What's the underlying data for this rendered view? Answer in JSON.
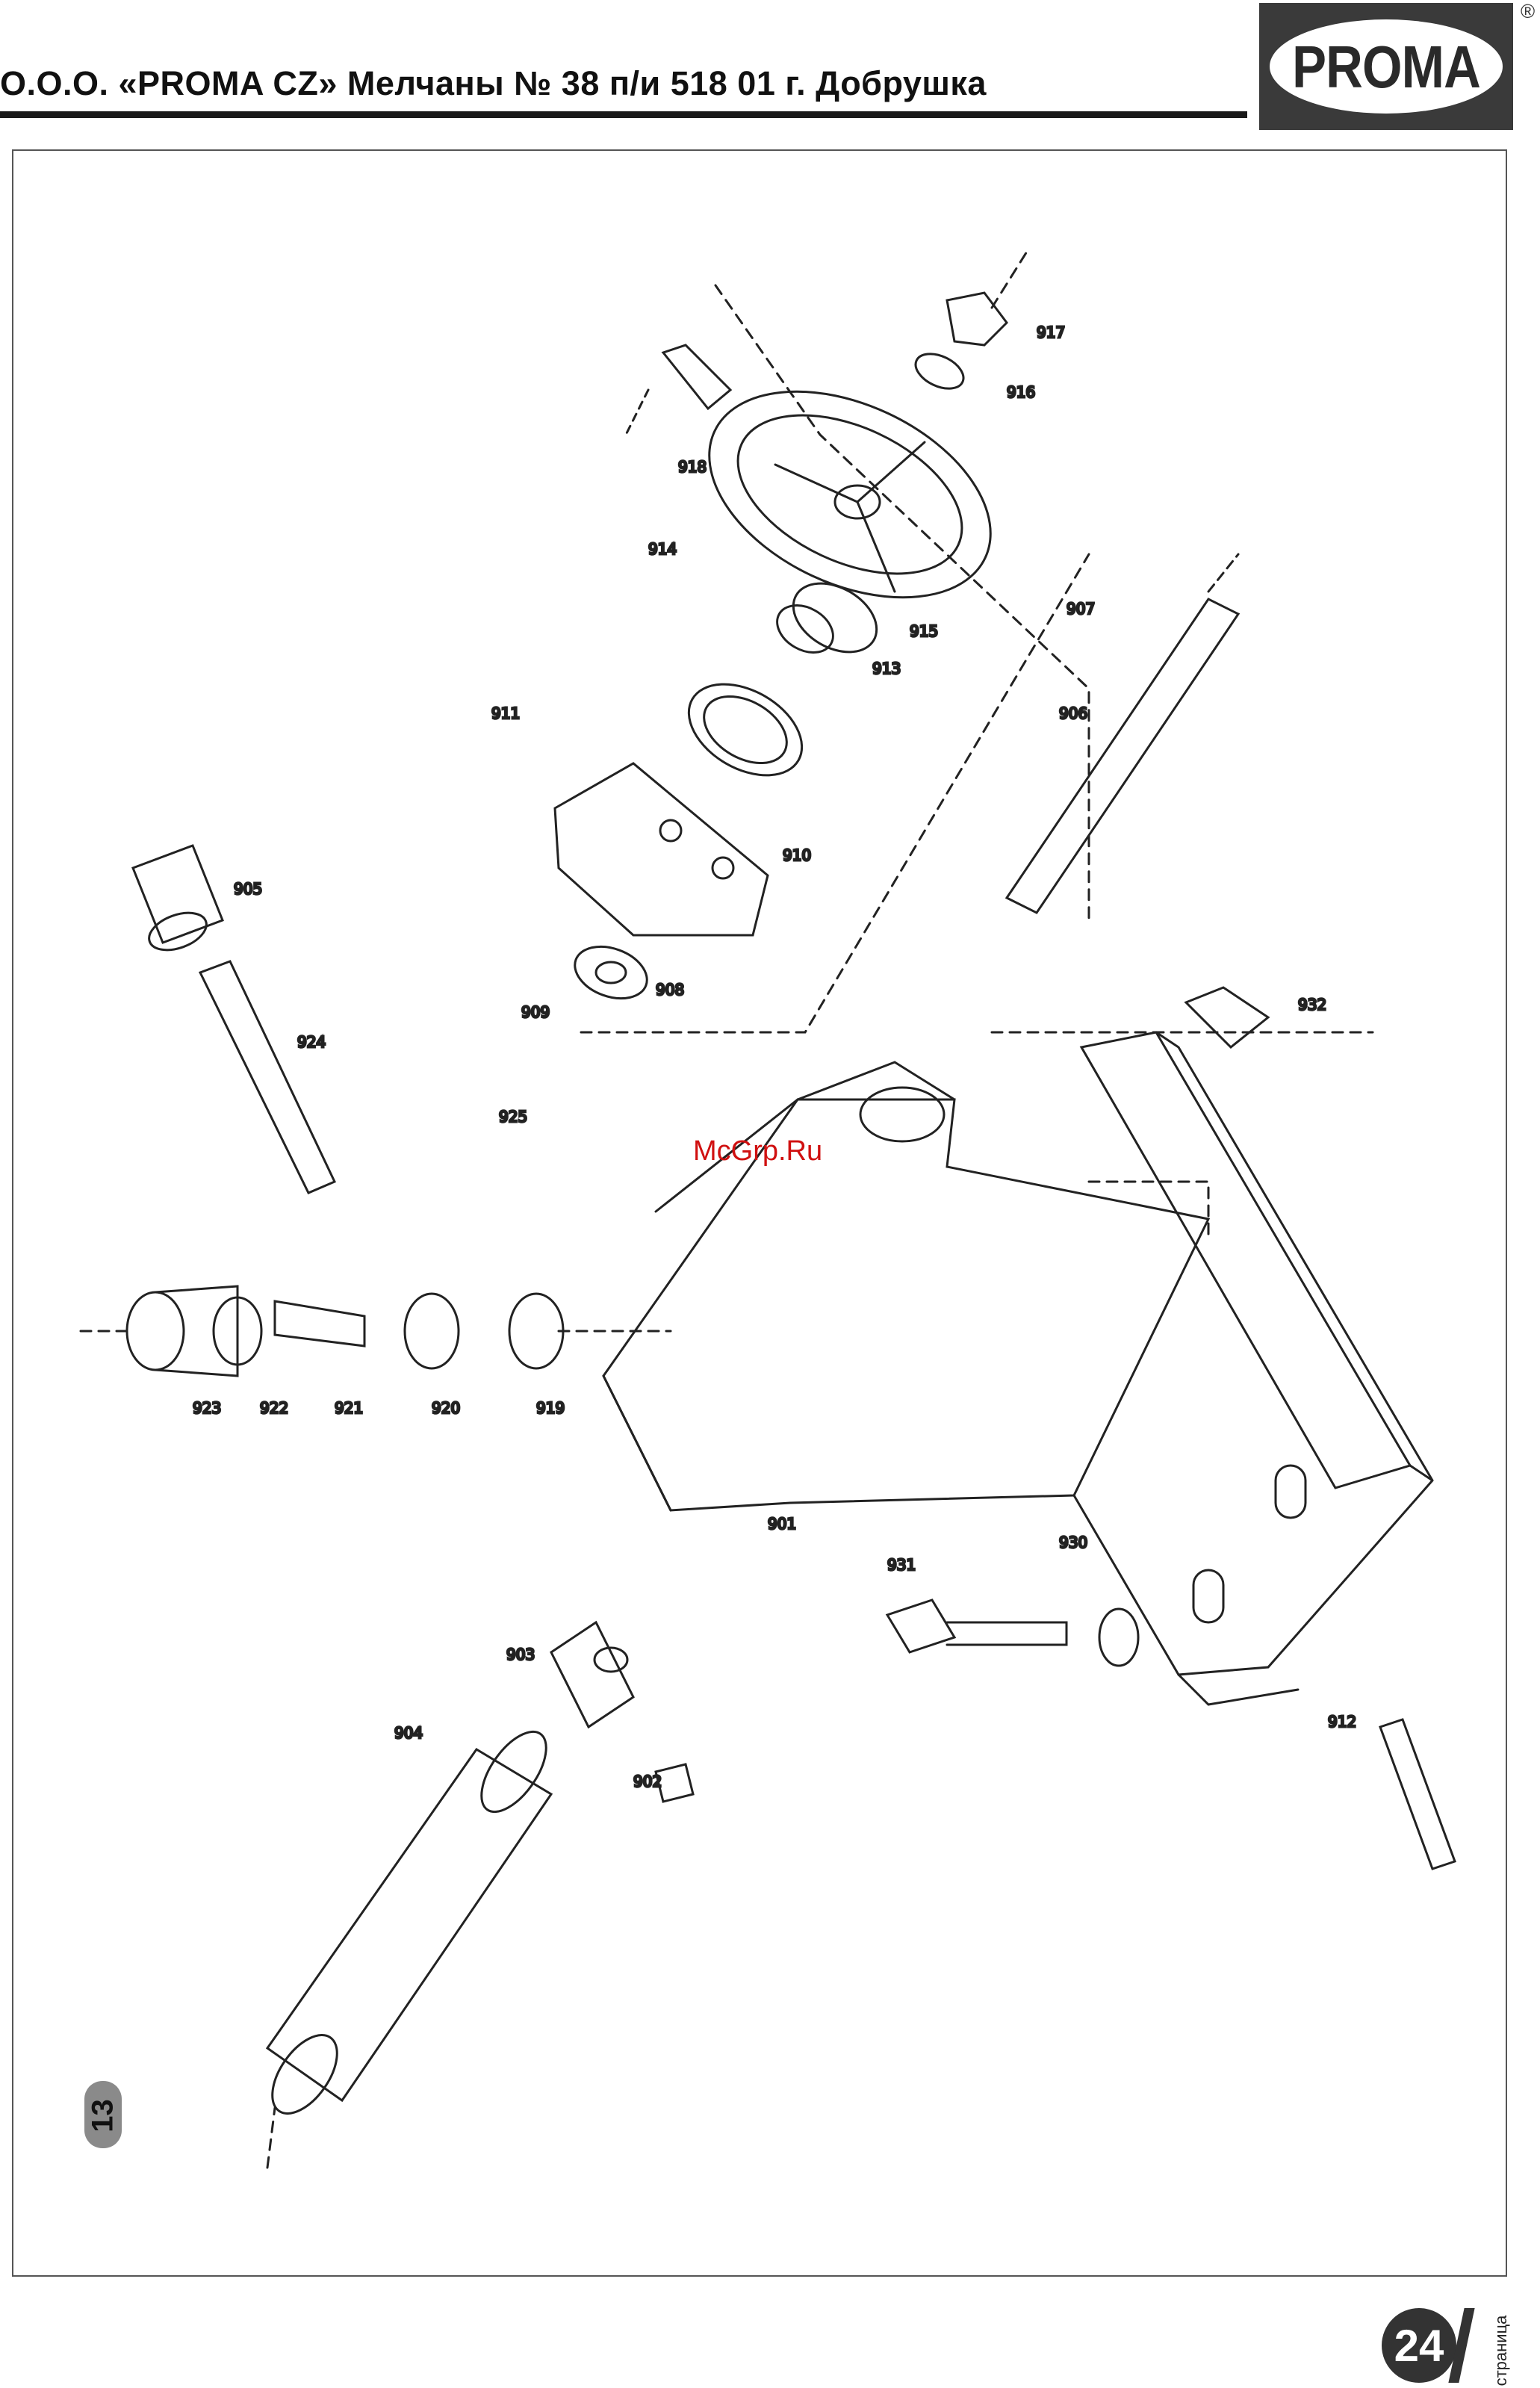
{
  "header": {
    "company_line": "О.О.О. «PROMA CZ» Мелчаны № 38 п/и 518 01 г. Добрушка"
  },
  "logo": {
    "text": "PROMA",
    "registered": "®"
  },
  "figure": {
    "number": "13",
    "part_labels": [
      "901",
      "902",
      "903",
      "904",
      "905",
      "906",
      "907",
      "908",
      "909",
      "910",
      "911",
      "912",
      "913",
      "914",
      "915",
      "916",
      "917",
      "918",
      "919",
      "920",
      "921",
      "922",
      "923",
      "924",
      "925",
      "930",
      "931",
      "932"
    ]
  },
  "watermark": "McGrp.Ru",
  "footer": {
    "page_number": "24",
    "page_word": "страница"
  },
  "colors": {
    "ink": "#222222",
    "badge": "#333333",
    "watermark": "#d01010"
  }
}
